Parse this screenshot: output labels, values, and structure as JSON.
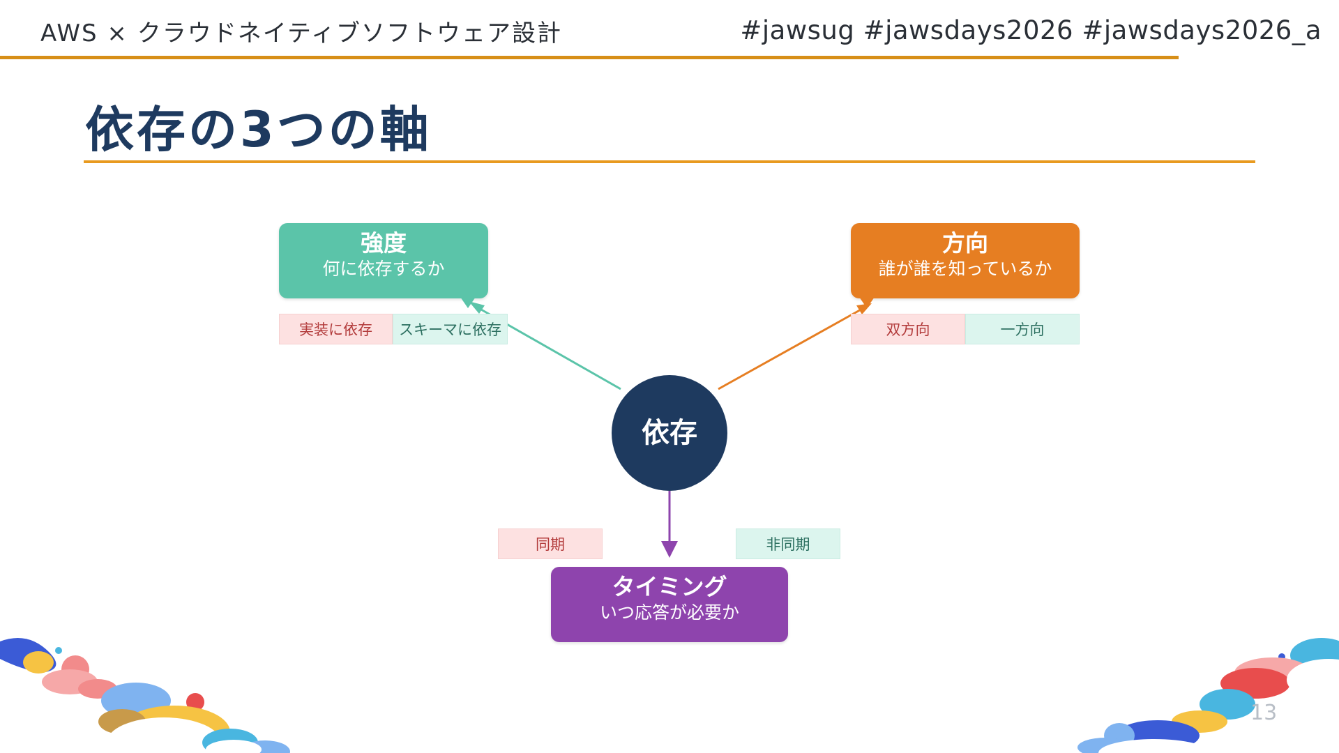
{
  "header": {
    "left_text": "AWS × クラウドネイティブソフトウェア設計",
    "right_text": "#jawsug  #jawsdays2026  #jawsdays2026_a"
  },
  "slide": {
    "title": "依存の3つの軸",
    "page_number": "13"
  },
  "diagram": {
    "center": {
      "label": "依存",
      "color": "#1e3a5f"
    },
    "axes": {
      "strength": {
        "title": "強度",
        "subtitle": "何に依存するか",
        "color": "#5bc4a9",
        "tags": [
          "実装に依存",
          "スキーマに依存"
        ]
      },
      "direction": {
        "title": "方向",
        "subtitle": "誰が誰を知っているか",
        "color": "#e67e22",
        "tags": [
          "双方向",
          "一方向"
        ]
      },
      "timing": {
        "title": "タイミング",
        "subtitle": "いつ応答が必要か",
        "color": "#8e44ad",
        "tags": [
          "同期",
          "非同期"
        ]
      }
    }
  },
  "colors": {
    "accent_line": "#e89a1f",
    "title_text": "#1e3a5f",
    "tag_red_bg": "#fde1e1",
    "tag_green_bg": "#dcf5ee"
  }
}
